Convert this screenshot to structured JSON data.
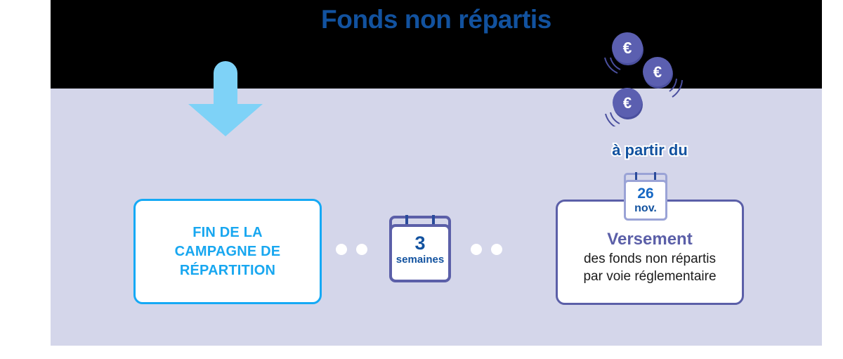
{
  "title": "Fonds non répartis",
  "colors": {
    "background_band": "#000000",
    "body_band": "#d4d6ea",
    "title_blue": "#12529f",
    "cyan": "#18a7f0",
    "purple": "#5b5fa8",
    "coin": "#5b5fb0"
  },
  "arrow": {
    "name": "down-arrow",
    "color": "#7ed2f7"
  },
  "coins": [
    {
      "symbol": "€",
      "label": "euro-coin-1"
    },
    {
      "symbol": "€",
      "label": "euro-coin-2"
    },
    {
      "symbol": "€",
      "label": "euro-coin-3"
    }
  ],
  "steps": {
    "left_card": {
      "lines": [
        "FIN DE LA",
        "CAMPAGNE DE",
        "RÉPARTITION"
      ],
      "text": "FIN DE LA CAMPAGNE DE RÉPARTITION"
    },
    "duration": {
      "number": "3",
      "unit": "semaines"
    },
    "right_card": {
      "prefix": "à partir du",
      "date_day": "26",
      "date_month": "nov.",
      "title": "Versement",
      "line1": "des fonds non répartis",
      "line2": "par voie réglementaire"
    }
  },
  "connectors": {
    "dot_count_left": 2,
    "dot_count_right": 2
  }
}
